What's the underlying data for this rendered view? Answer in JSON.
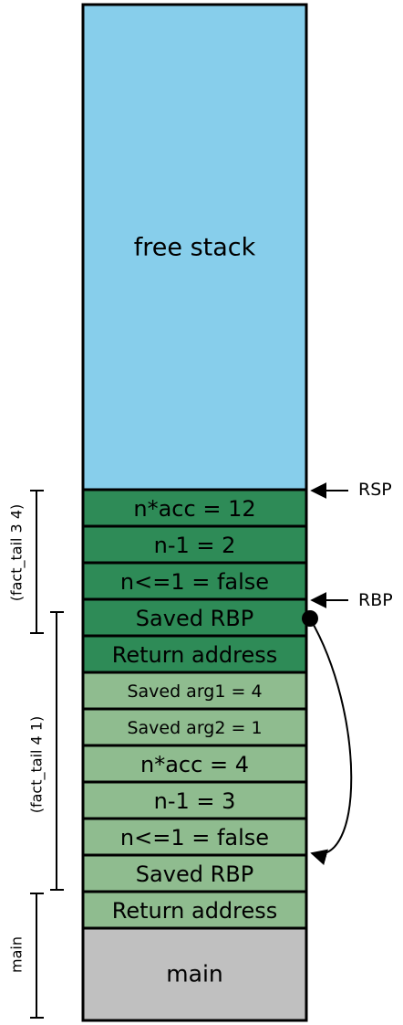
{
  "colors": {
    "free": "#87CEEB",
    "frame_dark": "#2E8B57",
    "frame_light": "#8FBC8F",
    "main": "#C0C0C0",
    "border": "#000000"
  },
  "stack": {
    "free_label": "free stack",
    "cells": [
      {
        "label": "n*acc = 12",
        "shade": "dark"
      },
      {
        "label": "n-1 = 2",
        "shade": "dark"
      },
      {
        "label": "n<=1 = false",
        "shade": "dark"
      },
      {
        "label": "Saved RBP",
        "shade": "dark"
      },
      {
        "label": "Return address",
        "shade": "dark"
      },
      {
        "label": "Saved arg1 = 4",
        "shade": "light"
      },
      {
        "label": "Saved arg2 = 1",
        "shade": "light"
      },
      {
        "label": "n*acc = 4",
        "shade": "light"
      },
      {
        "label": "n-1 = 3",
        "shade": "light"
      },
      {
        "label": "n<=1 = false",
        "shade": "light"
      },
      {
        "label": "Saved RBP",
        "shade": "light"
      },
      {
        "label": "Return address",
        "shade": "light"
      }
    ],
    "main_label": "main"
  },
  "frames": [
    {
      "label": "(fact_tail 3 4)"
    },
    {
      "label": "(fact_tail 4 1)"
    },
    {
      "label": "main"
    }
  ],
  "pointers": {
    "rsp": "RSP",
    "rbp": "RBP"
  }
}
